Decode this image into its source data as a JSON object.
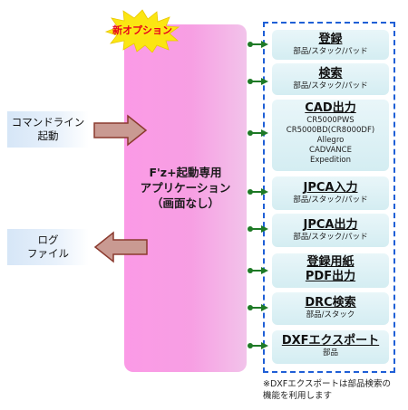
{
  "new_option_badge": "新オプション",
  "center": {
    "line1": "F'z+起動専用",
    "line2": "アプリケーション",
    "line3": "（画面なし）"
  },
  "inputs": {
    "command_line": {
      "line1": "コマンドライン",
      "line2": "起動"
    },
    "log_file": {
      "line1": "ログ",
      "line2": "ファイル"
    }
  },
  "functions": [
    {
      "title": "登録",
      "subs": [
        "部品/スタック/パッド"
      ]
    },
    {
      "title": "検索",
      "subs": [
        "部品/スタック/パッド"
      ]
    },
    {
      "title": "CAD出力",
      "subs": [
        "CR5000PWS",
        "CR5000BD(CR8000DF)",
        "Allegro",
        "CADVANCE",
        "Expedition"
      ]
    },
    {
      "title": "JPCA入力",
      "subs": [
        "部品/スタック/パッド"
      ]
    },
    {
      "title": "JPCA出力",
      "subs": [
        "部品/スタック/パッド"
      ]
    },
    {
      "title": "登録用紙",
      "title2": "PDF出力",
      "subs": []
    },
    {
      "title": "DRC検索",
      "subs": [
        "部品/スタック"
      ]
    },
    {
      "title": "DXFエクスポート",
      "subs": [
        "部品"
      ]
    }
  ],
  "footnote": {
    "line1": "※DXFエクスポートは部品検索の",
    "line2": "機能を利用します"
  },
  "colors": {
    "center_block": "#f79fe3",
    "starburst": "#fbe612",
    "badge_text": "#e8001c",
    "frame": "#1f5fd6",
    "box": "#dbf0f4",
    "connector": "#1e7a26",
    "arrow_fill": "#c99a92",
    "arrow_stroke": "#8b3a2e"
  }
}
